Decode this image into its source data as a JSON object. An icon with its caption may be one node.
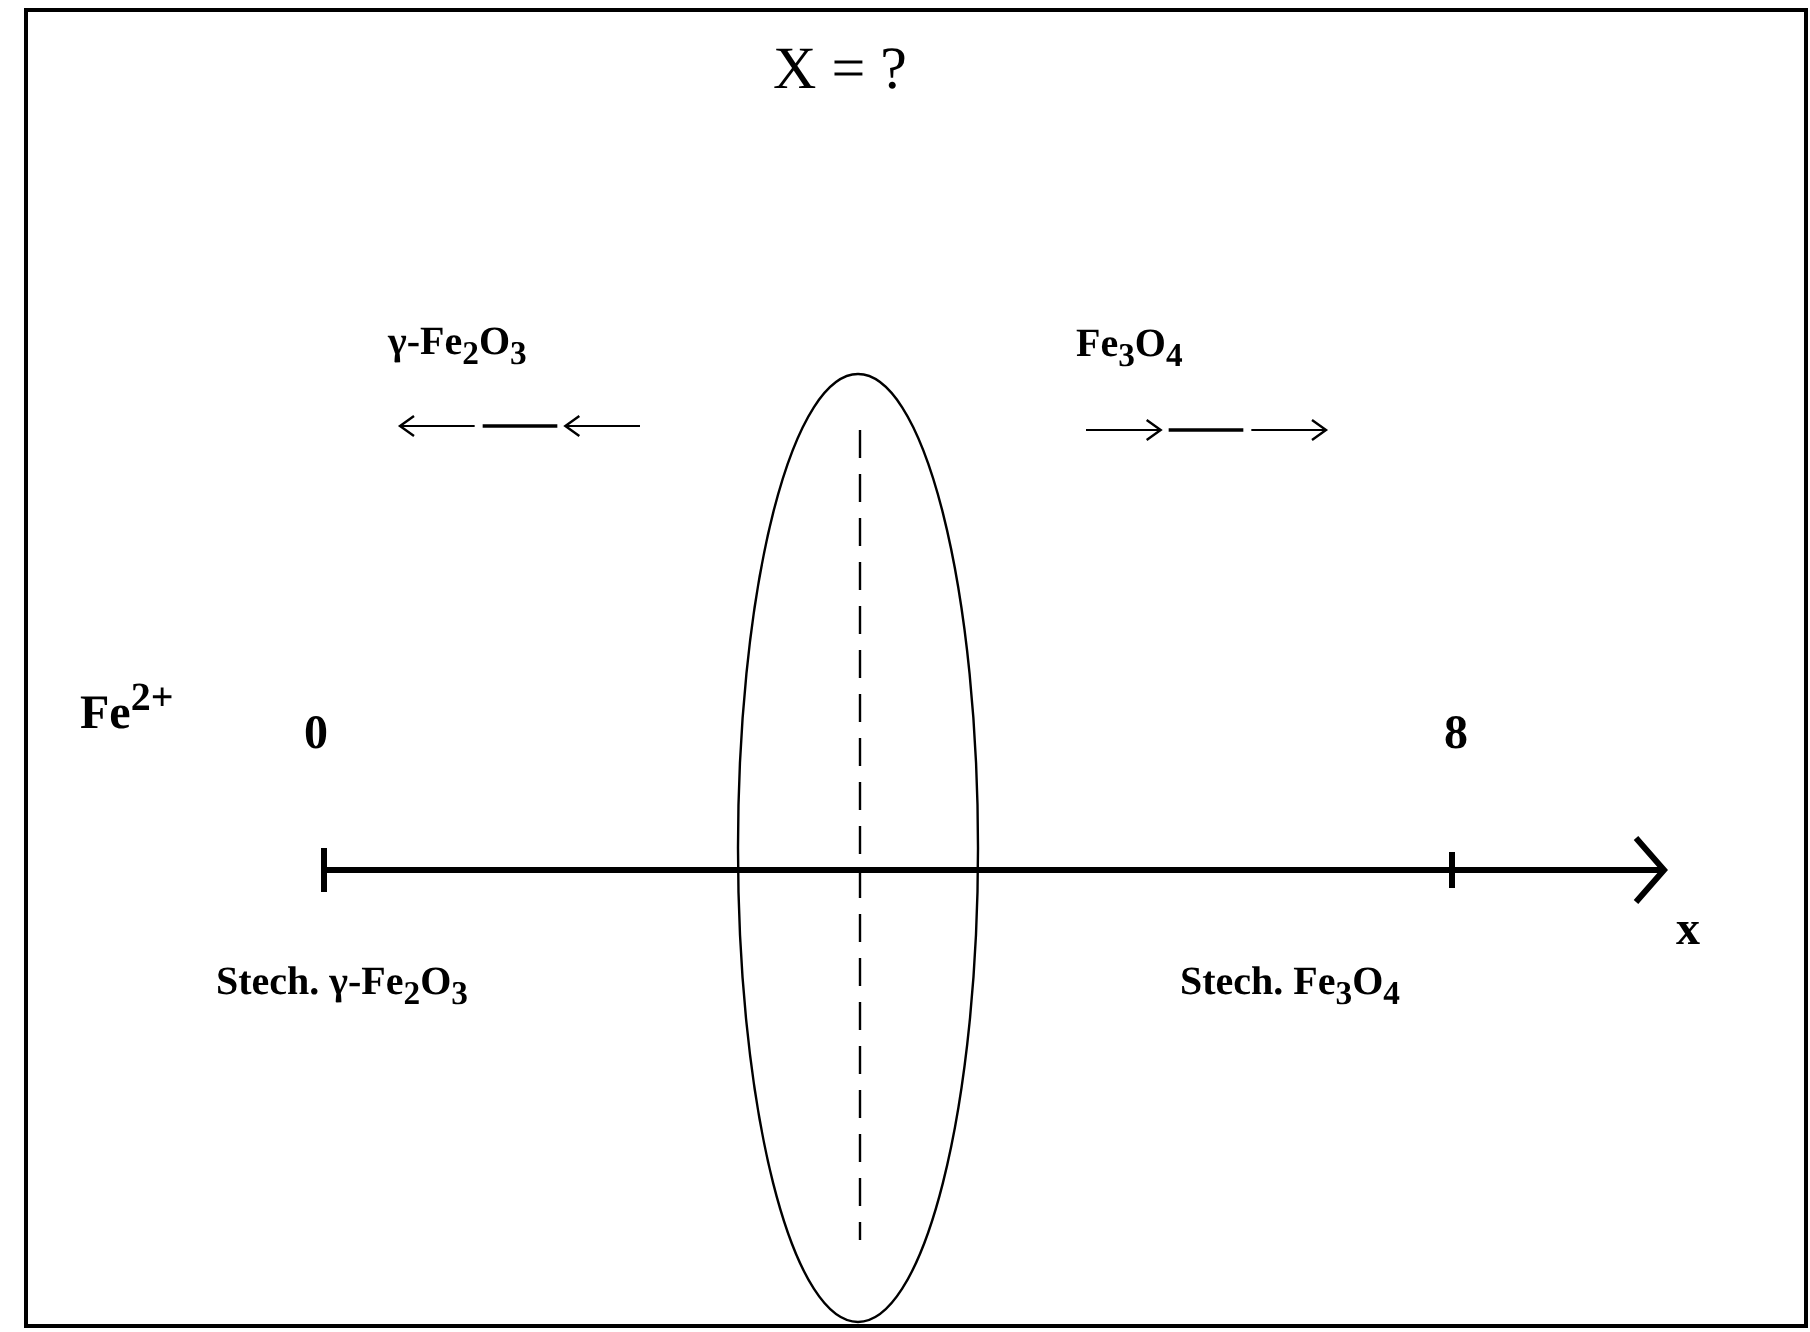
{
  "diagram": {
    "title": "X = ?",
    "labels": [
      "γ-Fe$_{2}$O$_{3}$",
      "Fe$_{3}$O$_{4}$",
      "Fe$^{2+}$",
      "0",
      "8",
      "x",
      "Stech. γ-Fe$_{2}$O$_{3}$",
      "Stech. Fe$_{3}$O$_{4}$"
    ]
  }
}
